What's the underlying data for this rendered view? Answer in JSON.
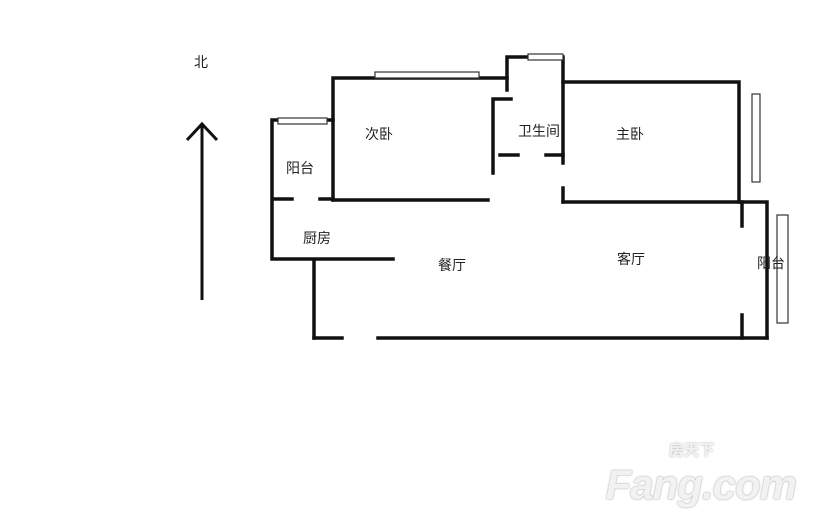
{
  "compass": {
    "north_label": "北"
  },
  "rooms": {
    "second_bedroom": "次卧",
    "bathroom": "卫生间",
    "master_bedroom": "主卧",
    "balcony_north": "阳台",
    "kitchen": "厨房",
    "dining_room": "餐厅",
    "living_room": "客厅",
    "balcony_south": "阳台"
  },
  "watermark": {
    "brand": "Fang.com",
    "brand_cn": "房天下"
  }
}
